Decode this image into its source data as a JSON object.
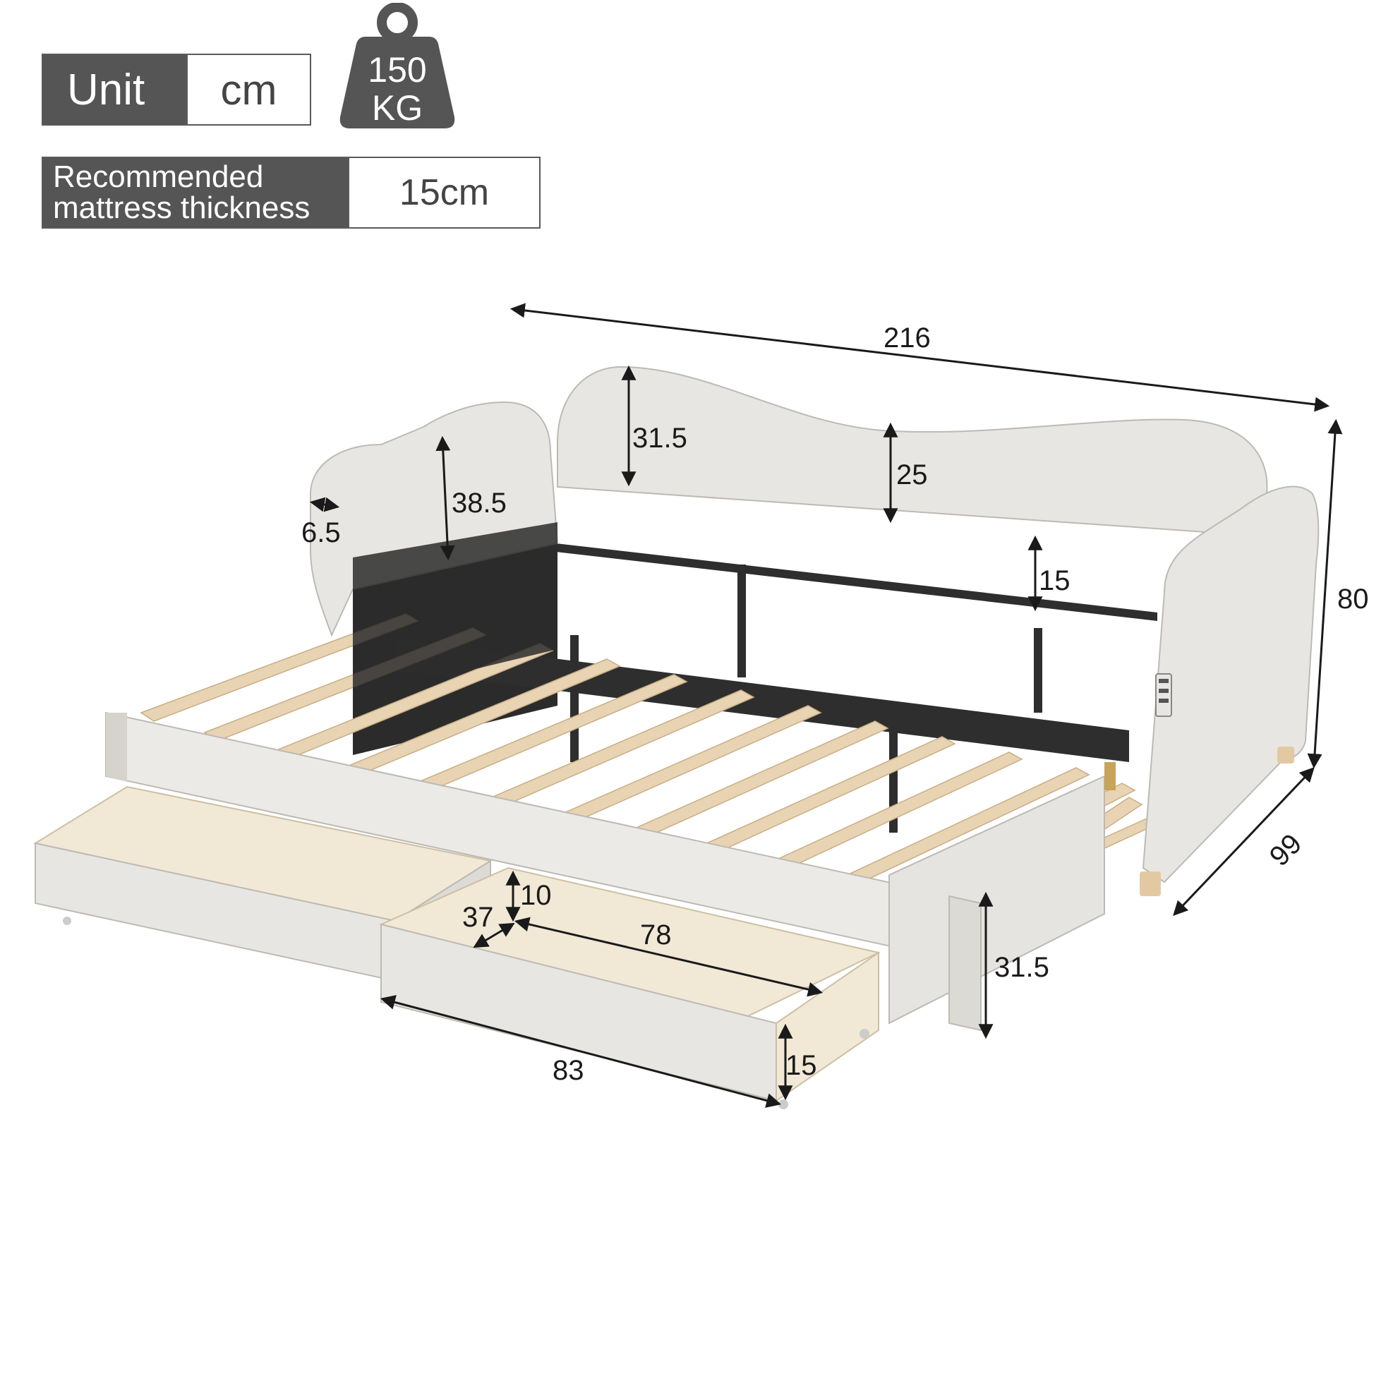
{
  "unit": {
    "label": "Unit",
    "value": "cm"
  },
  "weight_capacity": {
    "number": "150",
    "unit": "KG"
  },
  "mattress": {
    "label_line1": "Recommended",
    "label_line2": "mattress thickness",
    "value": "15cm"
  },
  "dimensions": {
    "overall_length": "216",
    "overall_height": "80",
    "overall_depth": "99",
    "backrest_peak_height": "31.5",
    "backrest_center_height": "25",
    "armrest_height": "38.5",
    "armrest_thickness": "6.5",
    "slat_to_backrest_top": "15",
    "frame_side_height": "31.5",
    "drawer_inner_height": "10",
    "drawer_inner_depth": "37",
    "drawer_inner_length": "78",
    "drawer_outer_length": "83",
    "drawer_outer_height": "15"
  },
  "colors": {
    "label_bg": "#555555",
    "upholstery": "#e8e6e2",
    "slat": "#e8d3b3",
    "metal": "#2e2e2e",
    "drawer_wood": "#f1e8d6"
  }
}
